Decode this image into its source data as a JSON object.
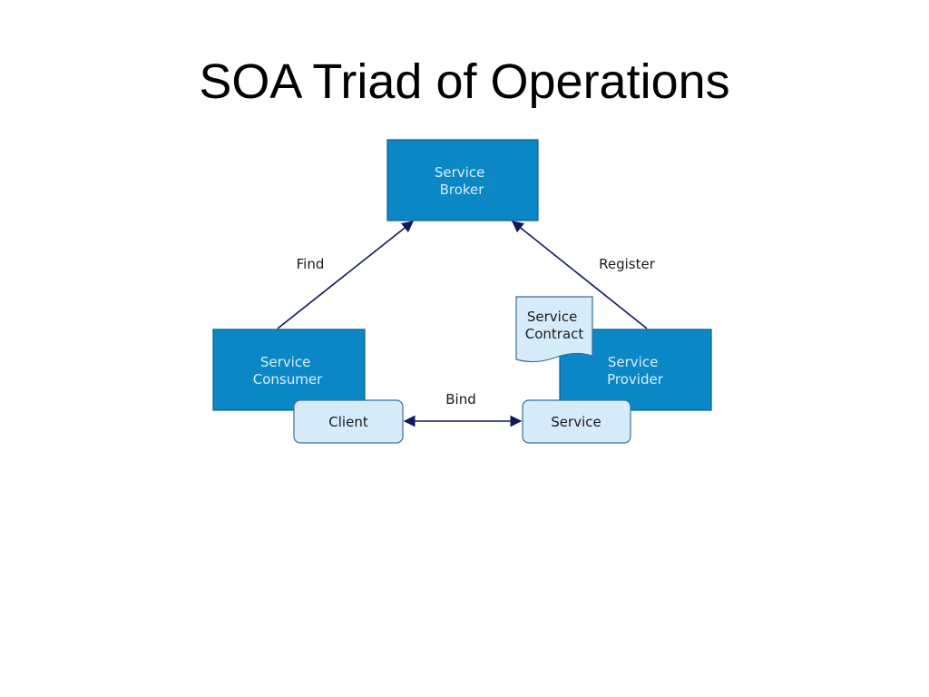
{
  "slide": {
    "title": "SOA Triad of Operations"
  },
  "diagram": {
    "nodes": {
      "broker": [
        "Service",
        "Broker"
      ],
      "consumer": [
        "Service",
        "Consumer"
      ],
      "provider": [
        "Service",
        "Provider"
      ],
      "contract": [
        "Service",
        "Contract"
      ],
      "client": "Client",
      "service": "Service"
    },
    "edges": {
      "find": "Find",
      "register": "Register",
      "bind": "Bind"
    }
  },
  "colors": {
    "box_fill": "#0a87c4",
    "box_stroke": "#0a5f8a",
    "box_text": "#dbeef8",
    "light_fill": "#d6ecfa",
    "light_stroke": "#3a6e9a",
    "arrow": "#101a5a"
  }
}
